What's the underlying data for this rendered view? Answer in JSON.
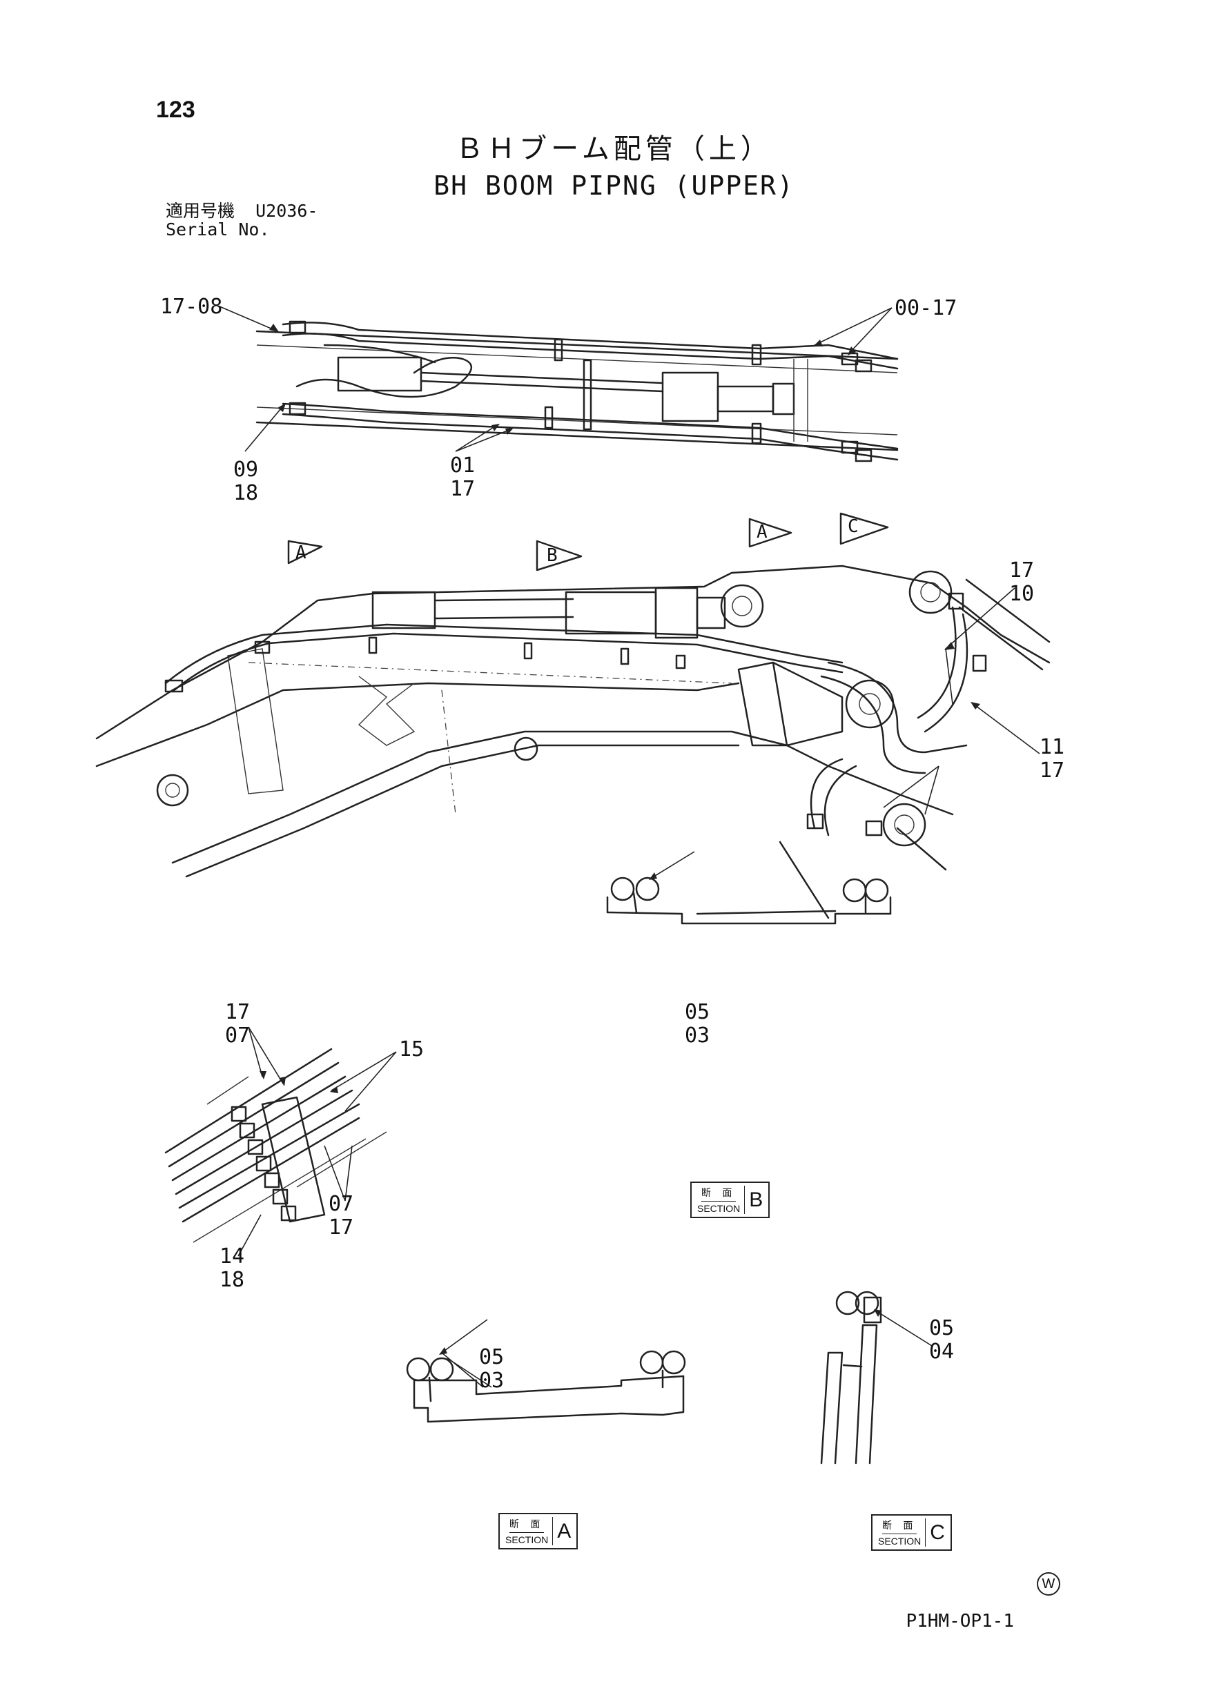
{
  "page_number": "123",
  "title_jp": "ＢＨブーム配管（上）",
  "title_en": "BH BOOM PIPNG (UPPER)",
  "serial": {
    "label_jp": "適用号機",
    "value": "U2036-",
    "label_en": "Serial No."
  },
  "labels": {
    "top_left_part": "17-08",
    "top_right_part": "00-17",
    "top_a_upper": "09",
    "top_a_lower": "18",
    "top_b_upper": "01",
    "top_b_lower": "17",
    "side_c_upper": "17",
    "side_c_lower": "10",
    "side_d_upper": "11",
    "side_d_lower": "17",
    "det1_top_upper": "17",
    "det1_top_lower": "07",
    "det1_right": "15",
    "det1_mid_upper": "07",
    "det1_mid_lower": "17",
    "det1_bottom_upper": "14",
    "det1_bottom_lower": "18",
    "secb_upper": "05",
    "secb_lower": "03",
    "seca_upper": "05",
    "seca_lower": "03",
    "secc_upper": "05",
    "secc_lower": "04"
  },
  "view_markers": {
    "a": "A",
    "b": "B",
    "c": "C"
  },
  "sections": {
    "jp": "断 面",
    "en": "SECTION",
    "b": "B",
    "a": "A",
    "c": "C"
  },
  "watermark": "W",
  "drawing_code": "P1HM-OP1-1"
}
